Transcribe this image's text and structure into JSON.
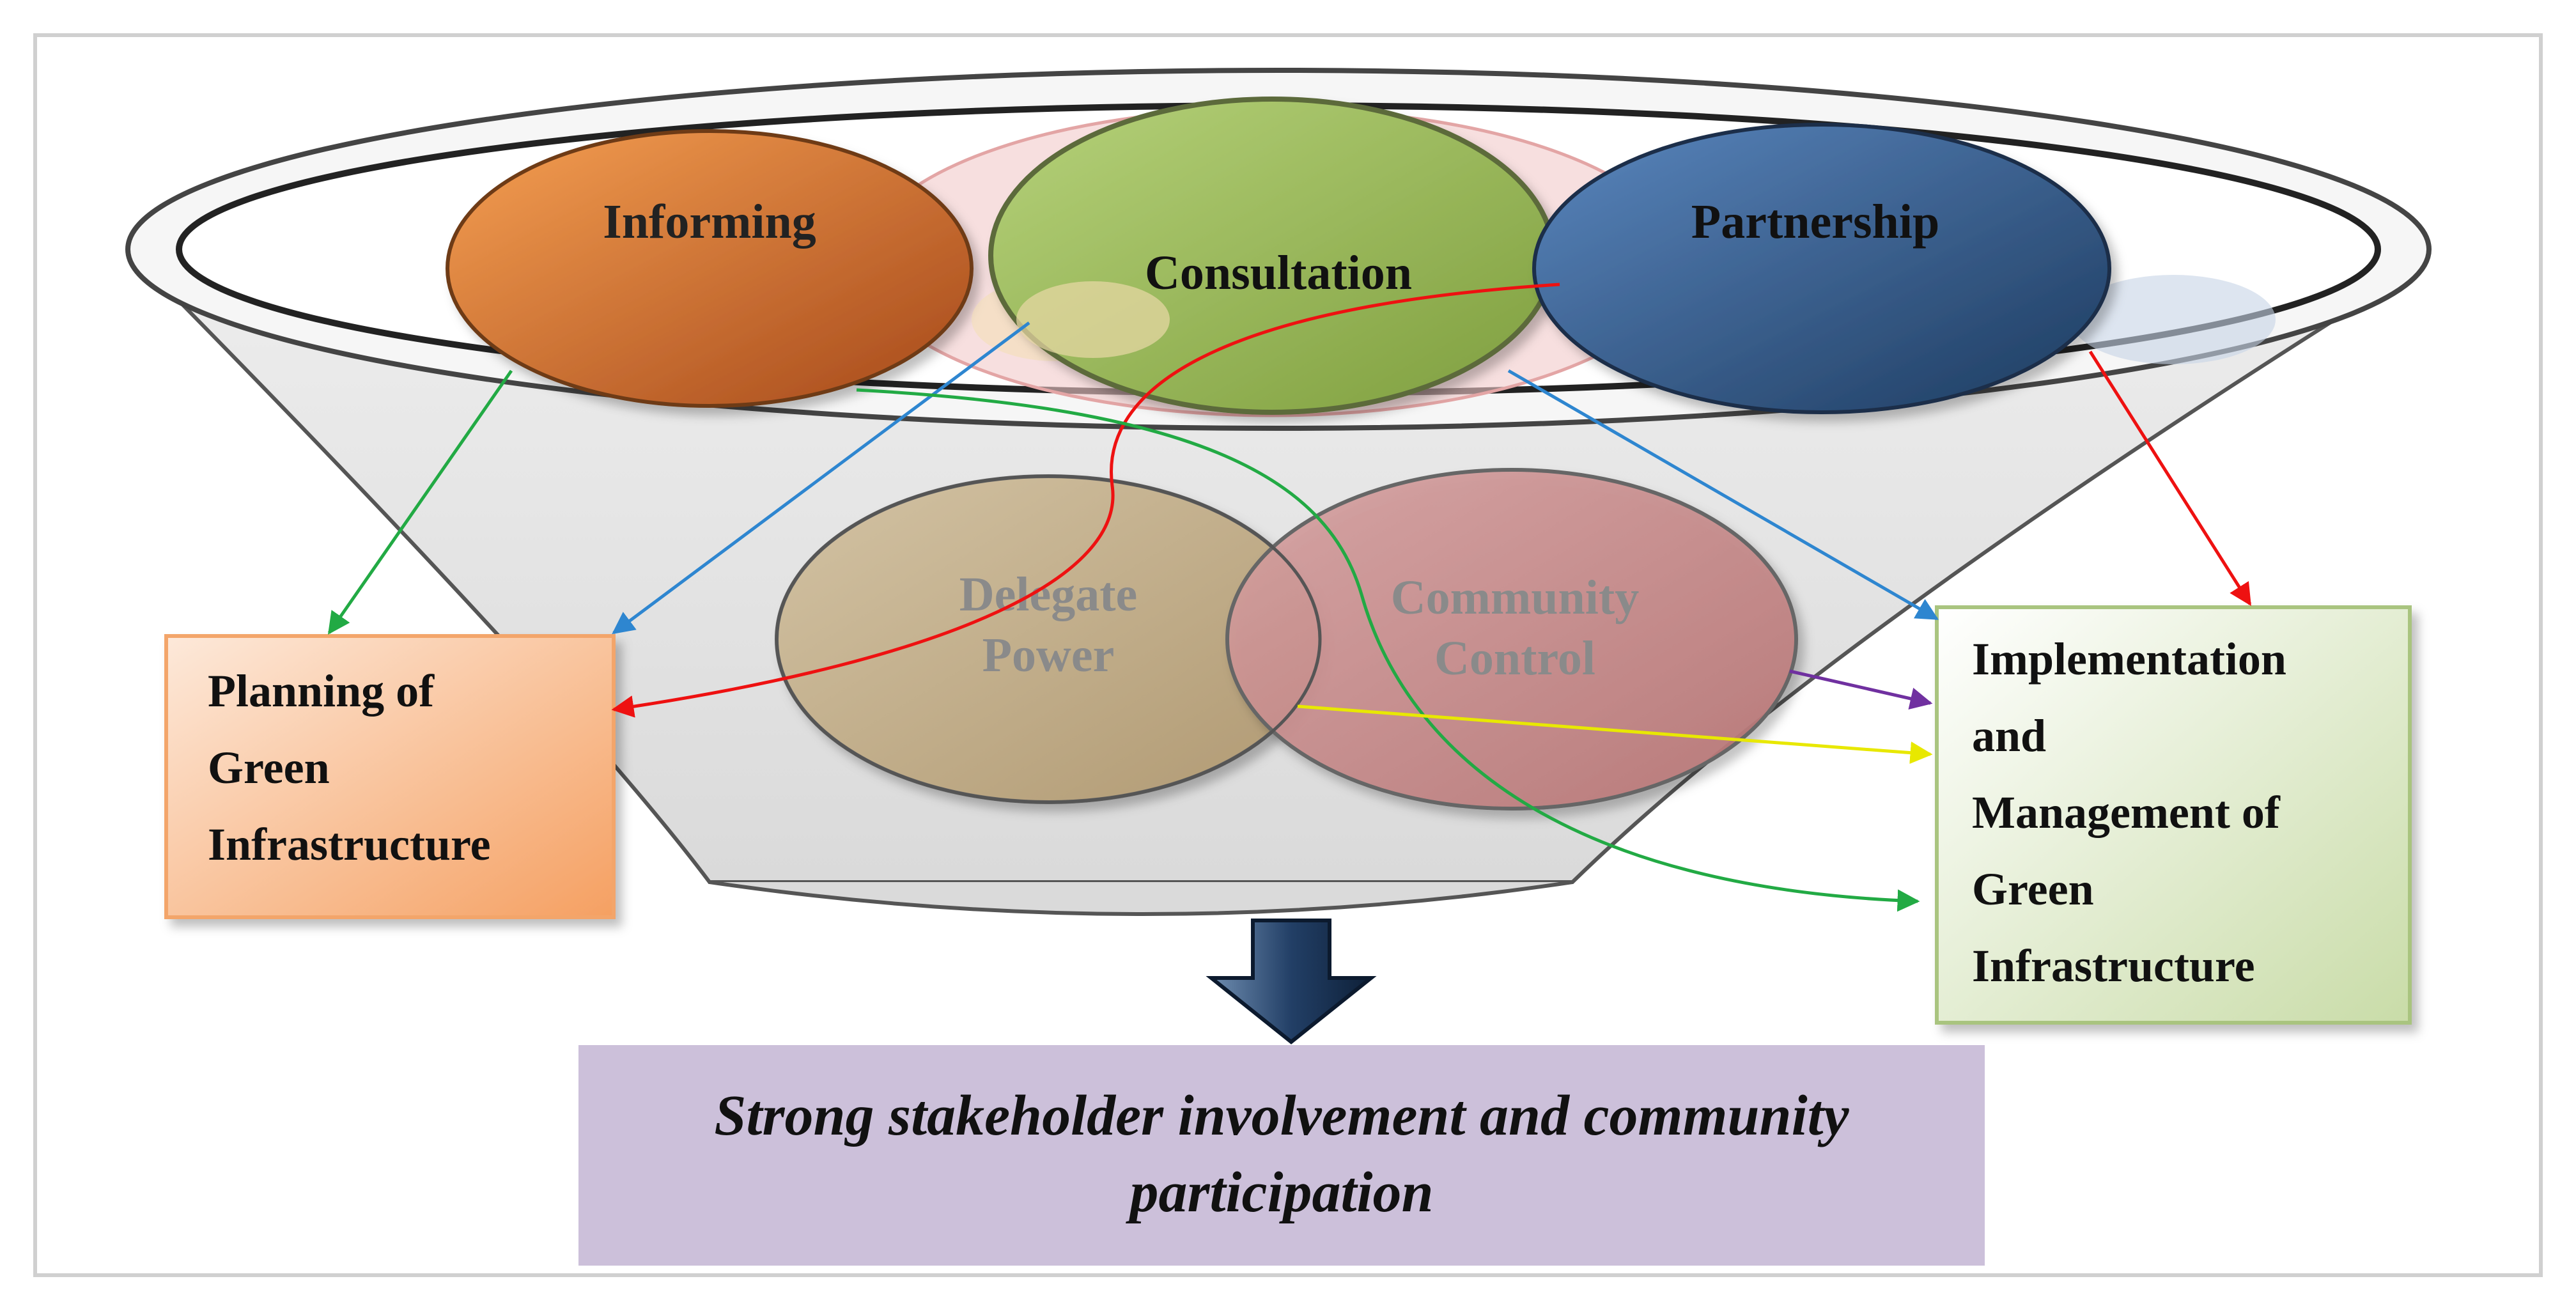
{
  "stages": {
    "informing": "Informing",
    "consultation": "Consultation",
    "partnership": "Partnership",
    "delegate_power": [
      "Delegate",
      "Power"
    ],
    "community_control": [
      "Community",
      "Control"
    ]
  },
  "planning_box": {
    "lines": [
      "Planning of",
      "Green",
      "Infrastructure"
    ]
  },
  "implementation_box": {
    "lines": [
      "Implementation",
      "and",
      "Management of",
      "Green",
      "Infrastructure"
    ]
  },
  "outcome": {
    "lines": [
      "Strong stakeholder involvement and community",
      "participation"
    ]
  },
  "colors": {
    "informing": "#D4712A",
    "consultation": "#9BBB59",
    "partnership": "#2C5A8F",
    "delegate_power": "#C4B08E",
    "community_control": "#C98C8C",
    "planning_box": "#F7A86B",
    "implementation_box": "#D8E6BE",
    "outcome_box": "#CCC0DA",
    "arrow_green": "#22AA44",
    "arrow_blue": "#2E86D0",
    "arrow_red": "#EE1111",
    "arrow_purple": "#7030A0",
    "arrow_yellow": "#F5F500",
    "down_arrow": "#1B3555"
  }
}
